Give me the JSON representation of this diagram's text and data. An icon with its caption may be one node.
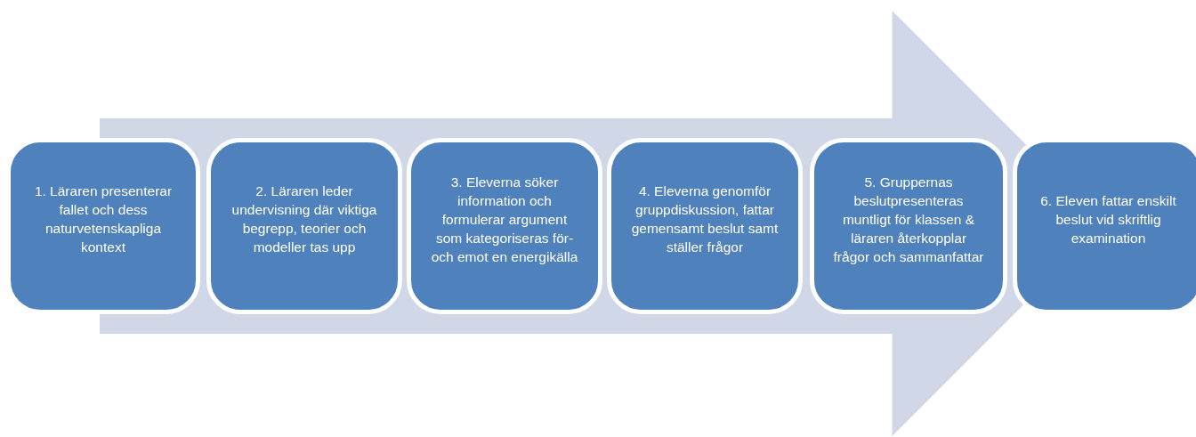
{
  "diagram": {
    "nodes": [
      {
        "text": [
          "1. Läraren presenterar fallet och dess naturvetenskapliga kontext"
        ]
      },
      {
        "text": [
          "2. Läraren leder undervisning där viktiga begrepp, teorier och modeller tas upp"
        ]
      },
      {
        "text": [
          "3. Eleverna söker information och formulerar argument som kategoriseras för- och emot en energikälla"
        ]
      },
      {
        "text": [
          "4. Eleverna genomför gruppdiskussion, fattar gemensamt beslut samt ställer frågor"
        ]
      },
      {
        "text": [
          "5. Gruppernas beslutpresenteras muntligt för klassen & läraren återkopplar frågor och sammanfattar"
        ]
      },
      {
        "text": [
          "6. Eleven fattar enskilt beslut vid skriftlig examination"
        ]
      }
    ],
    "edges": [
      {
        "from": 0,
        "to": 5,
        "arrow": "to",
        "style": "thick"
      }
    ]
  }
}
